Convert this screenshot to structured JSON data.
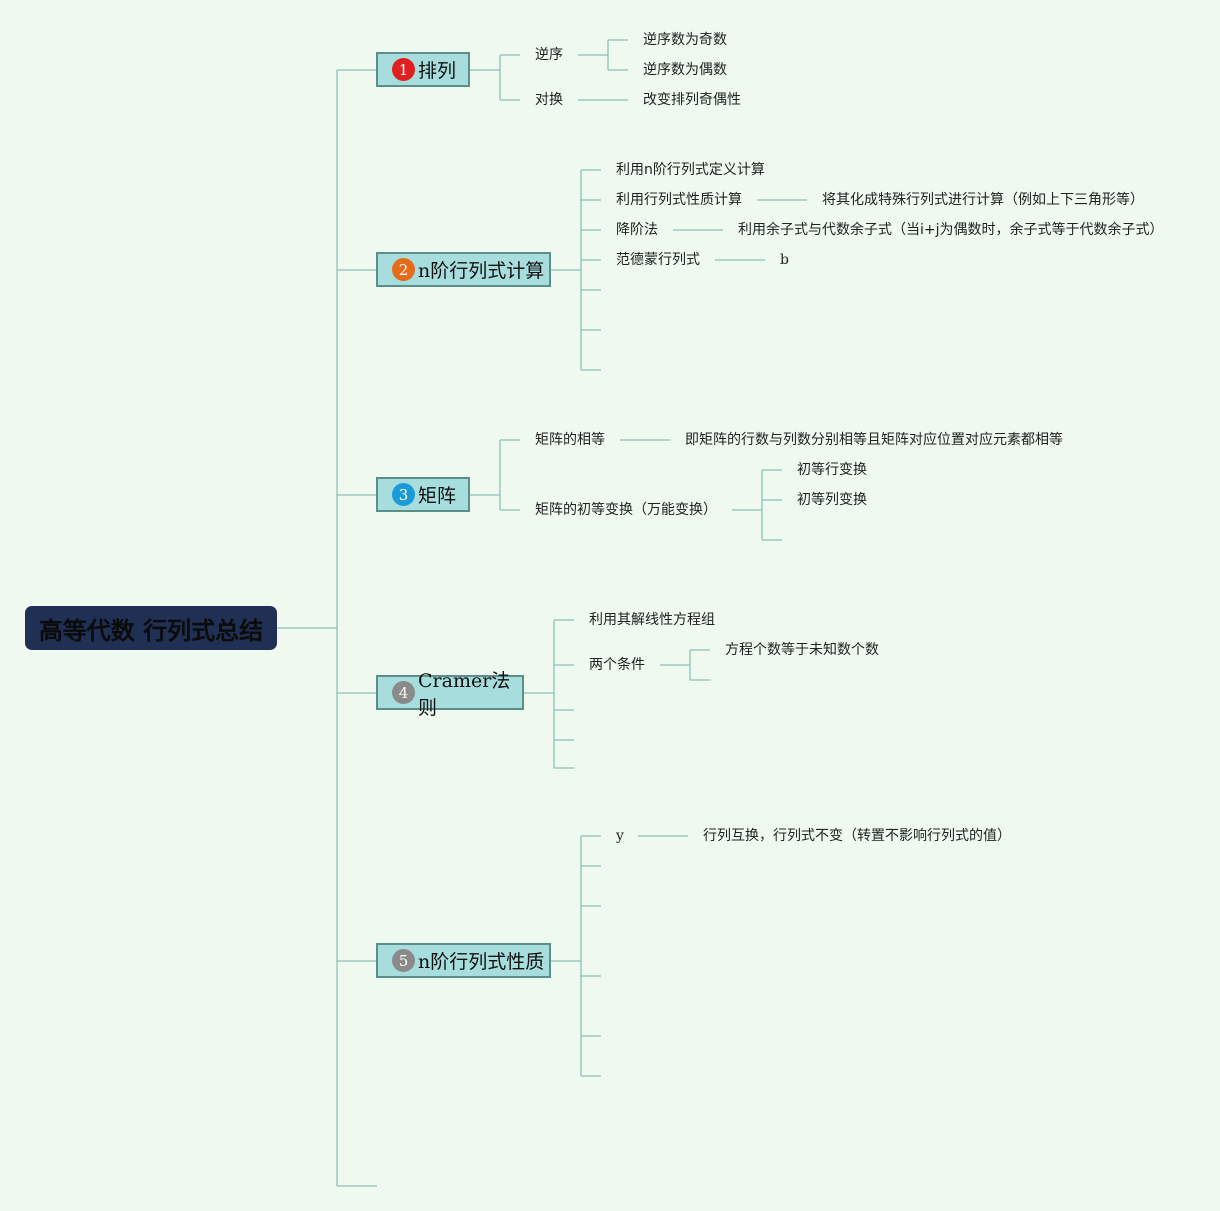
{
  "root": {
    "title": "高等代数 行列式总结"
  },
  "topics": [
    {
      "number": "1",
      "label": "排列"
    },
    {
      "number": "2",
      "label": "n阶行列式计算"
    },
    {
      "number": "3",
      "label": "矩阵"
    },
    {
      "number": "4",
      "label": "Cramer法则"
    },
    {
      "number": "5",
      "label": "n阶行列式性质"
    }
  ],
  "t1": {
    "nixu": "逆序",
    "nixu_odd": "逆序数为奇数",
    "nixu_even": "逆序数为偶数",
    "duihuan": "对换",
    "duihuan_effect": "改变排列奇偶性"
  },
  "t2": {
    "def": "利用n阶行列式定义计算",
    "prop": "利用行列式性质计算",
    "prop_detail": "将其化成特殊行列式进行计算（例如上下三角形等）",
    "reduce": "降阶法",
    "reduce_detail": "利用余子式与代数余子式（当i+j为偶数时，余子式等于代数余子式）",
    "vdm": "范德蒙行列式",
    "vdm_child": "b"
  },
  "t3": {
    "equal": "矩阵的相等",
    "equal_detail": "即矩阵的行数与列数分别相等且矩阵对应位置对应元素都相等",
    "elem": "矩阵的初等变换（万能变换）",
    "elem_row": "初等行变换",
    "elem_col": "初等列变换"
  },
  "t4": {
    "linear": "利用其解线性方程组",
    "cond": "两个条件",
    "cond_1": "方程个数等于未知数个数"
  },
  "t5": {
    "y": "y",
    "y_detail": "行列互换，行列式不变（转置不影响行列式的值）"
  },
  "colors": {
    "background": "#eff9ef",
    "root": "#1f3054",
    "topic_fill": "#a7dddd",
    "topic_border": "#5b8f8a",
    "line": "#8cc0b8"
  },
  "icons": [
    "number-1-badge",
    "number-2-badge",
    "number-3-badge",
    "number-4-badge",
    "number-5-badge"
  ]
}
